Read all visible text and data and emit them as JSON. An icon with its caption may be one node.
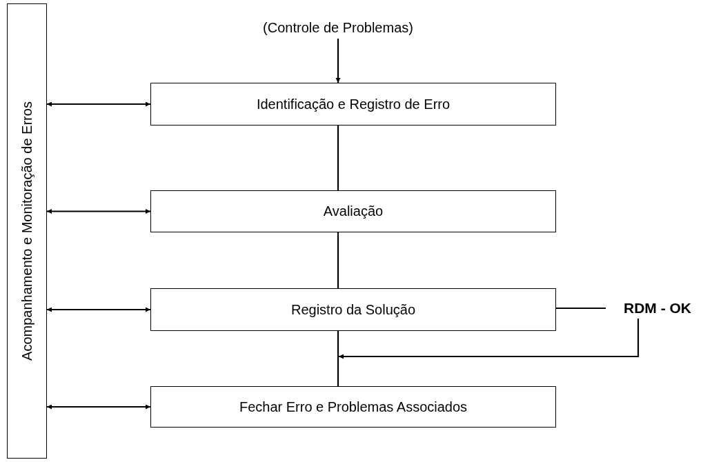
{
  "diagram": {
    "nodes": [
      {
        "text": [
          "Acompanhamento e Monitoração de Erros"
        ]
      },
      {
        "text": [
          "(Controle de Problemas)"
        ]
      },
      {
        "text": [
          "Identificação e Registro de Erro"
        ]
      },
      {
        "text": [
          "Avaliação"
        ]
      },
      {
        "text": [
          "Registro da Solução"
        ]
      },
      {
        "text": [
          "Fechar Erro e Problemas Associados"
        ]
      },
      {
        "text": [
          "RDM - OK"
        ]
      }
    ],
    "edges": [
      {
        "from": 1,
        "to": 2,
        "arrow": "to"
      },
      {
        "from": 2,
        "to": 3,
        "arrow": "none"
      },
      {
        "from": 3,
        "to": 4,
        "arrow": "none"
      },
      {
        "from": 4,
        "to": 5,
        "arrow": "none"
      },
      {
        "from": 0,
        "to": 2,
        "arrow": "both"
      },
      {
        "from": 0,
        "to": 3,
        "arrow": "both"
      },
      {
        "from": 0,
        "to": 4,
        "arrow": "both"
      },
      {
        "from": 0,
        "to": 5,
        "arrow": "both"
      },
      {
        "from": 4,
        "to": 6,
        "arrow": "none"
      },
      {
        "from": 6,
        "to": null,
        "arrow": "to"
      }
    ]
  }
}
